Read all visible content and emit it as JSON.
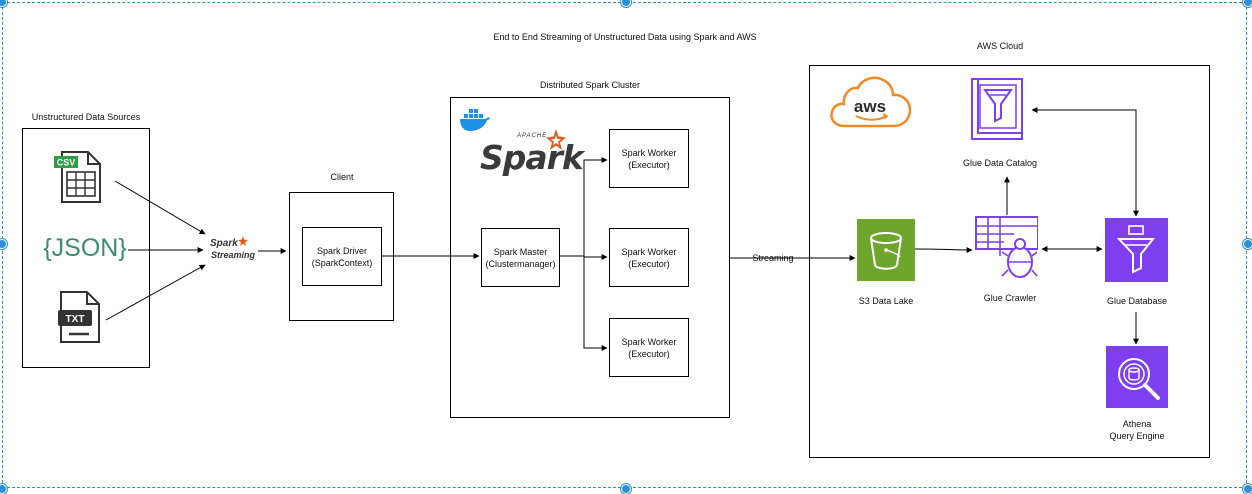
{
  "title": "End to End Streaming of Unstructured Data using Spark and AWS",
  "sources": {
    "title": "Unstructured Data Sources",
    "csv_badge": "CSV",
    "json_text": "{JSON}",
    "txt_badge": "TXT"
  },
  "spark_streaming": {
    "top": "Spark",
    "bottom": "Streaming"
  },
  "client": {
    "title": "Client",
    "driver_line1": "Spark Driver",
    "driver_line2": "(SparkContext)"
  },
  "cluster": {
    "title": "Distributed Spark Cluster",
    "logo_small": "APACHE",
    "logo_big": "Spark",
    "master_line1": "Spark Master",
    "master_line2": "(Clustermanager)",
    "workers": [
      {
        "line1": "Spark Worker",
        "line2": "(Executor)"
      },
      {
        "line1": "Spark Worker",
        "line2": "(Executor)"
      },
      {
        "line1": "Spark Worker",
        "line2": "(Executor)"
      }
    ]
  },
  "streaming_label": "Streaming",
  "aws": {
    "title": "AWS Cloud",
    "logo_text": "aws",
    "s3_label": "S3 Data Lake",
    "crawler_label": "Glue Crawler",
    "catalog_label": "Glue Data Catalog",
    "database_label": "Glue Database",
    "athena_line1": "Athena",
    "athena_line2": "Query Engine"
  },
  "colors": {
    "selection": "#2b90d9",
    "json_brace": "#e8a33d",
    "json_text": "#3d8c6e",
    "csv_badge": "#2e9e48",
    "spark_orange": "#e25a1c",
    "docker_blue": "#1d91e6",
    "aws_orange": "#f08a24",
    "s3_green": "#6ea62b",
    "glue_purple": "#7d3ff0"
  }
}
